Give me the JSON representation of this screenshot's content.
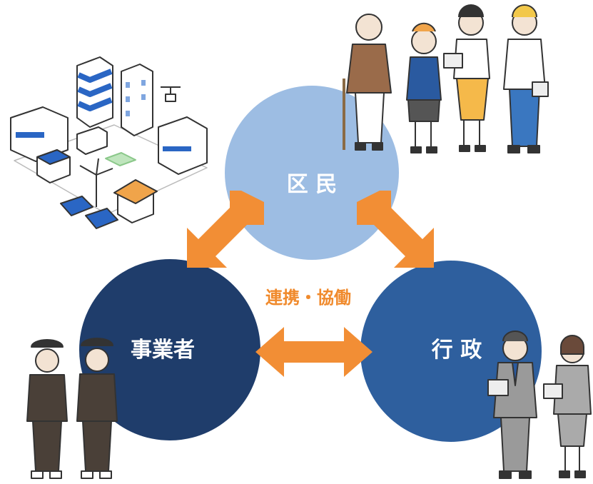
{
  "diagram": {
    "nodes": {
      "residents": {
        "label": "区 民",
        "color": "#9dbde3"
      },
      "business": {
        "label": "事業者",
        "color": "#1f3d6b"
      },
      "government": {
        "label": "行 政",
        "color": "#2e5f9e"
      }
    },
    "center_label": "連携・協働",
    "arrow_color": "#f28e35",
    "illustrations": [
      "city-buildings-illustration",
      "residents-people-illustration",
      "business-staff-illustration",
      "government-staff-illustration"
    ]
  }
}
